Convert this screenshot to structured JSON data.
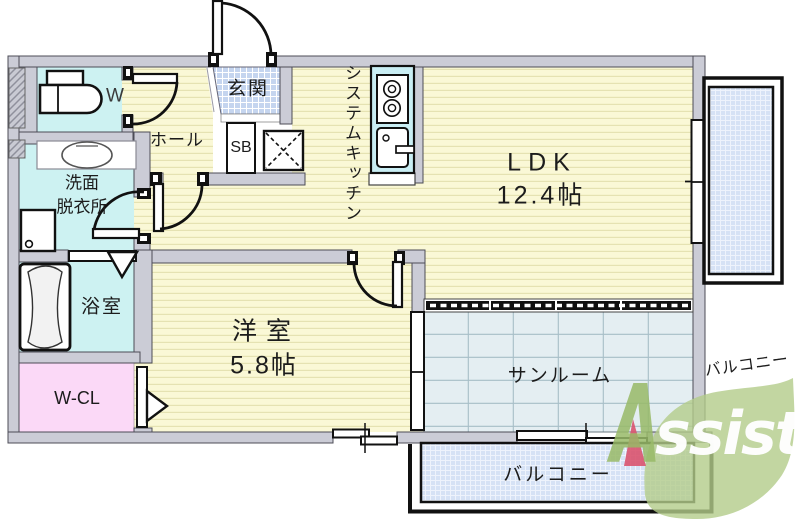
{
  "floorplan": {
    "labels": {
      "genkan": "玄関",
      "hall": "ホール",
      "toilet": "W",
      "shoe_box": "SB",
      "washroom_line1": "洗面",
      "washroom_line2": "脱衣所",
      "bath": "浴室",
      "walk_in_closet": "W-CL",
      "kitchen": "システムキッチン",
      "western_room_name": "洋室",
      "western_room_size": "5.8帖",
      "ldk_name": "LDK",
      "ldk_size": "12.4帖",
      "sunroom": "サンルーム",
      "balcony_bottom": "バルコニー",
      "balcony_right": "バルコニー"
    },
    "logo": {
      "initial": "A",
      "rest": "ssist"
    },
    "colors": {
      "wall": "#cbccd6",
      "floor_wood": "#faf8d6",
      "floor_stripe": "#e5e2b2",
      "wet_room": "#cdf2f2",
      "kitchen_unit": "#c9eef4",
      "closet_pink": "#fbd9f7",
      "entry_tile": "#c5d5ef",
      "sunroom_floor": "#e4eef2",
      "sunroom_grid": "#a7bec7",
      "balcony_floor": "#d6e2f5",
      "logo_leaf": "#b3cc8a",
      "logo_letter": "#98ba68",
      "logo_accent": "#d9536e",
      "line": "#111111"
    }
  }
}
